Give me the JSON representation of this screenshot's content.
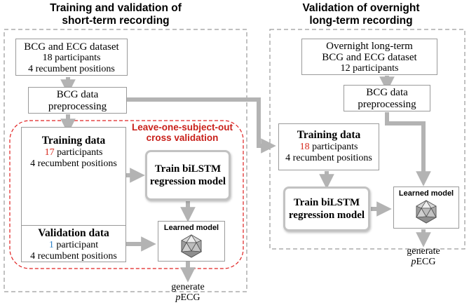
{
  "left_panel": {
    "title_line1": "Training and validation of",
    "title_line2": "short-term recording",
    "dataset": {
      "line1": "BCG and ECG dataset",
      "line2": "18 participants",
      "line3": "4 recumbent positions"
    },
    "preprocessing": {
      "line1": "BCG data",
      "line2": "preprocessing"
    },
    "cv_label": {
      "line1": "Leave-one-subject-out",
      "line2": "cross validation"
    },
    "training": {
      "title": "Training data",
      "count": "17",
      "count_suffix": " participants",
      "positions": "4 recumbent positions"
    },
    "validation": {
      "title": "Validation data",
      "count": "1",
      "count_suffix": " participant",
      "positions": "4 recumbent positions"
    },
    "train_model": {
      "line1": "Train biLSTM",
      "line2": "regression model"
    },
    "learned_model": "Learned model",
    "generate": {
      "line1": "generate",
      "italic": "p",
      "rest": "ECG"
    }
  },
  "right_panel": {
    "title_line1": "Validation of overnight",
    "title_line2": "long-term recording",
    "dataset": {
      "line1": "Overnight long-term",
      "line2": "BCG and ECG dataset",
      "line3": "12 participants"
    },
    "preprocessing": {
      "line1": "BCG data",
      "line2": "preprocessing"
    },
    "training": {
      "title": "Training data",
      "count": "18",
      "count_suffix": " participants",
      "positions": "4 recumbent positions"
    },
    "train_model": {
      "line1": "Train biLSTM",
      "line2": "regression model"
    },
    "learned_model": "Learned model",
    "generate": {
      "line1": "generate",
      "italic": "p",
      "rest": "ECG"
    }
  },
  "colors": {
    "highlight_red": "#d62a1e",
    "highlight_blue": "#2e82c8",
    "cv_border": "#e02020",
    "arrow": "#b3b3b3",
    "panel_border": "#9a9a9a"
  }
}
